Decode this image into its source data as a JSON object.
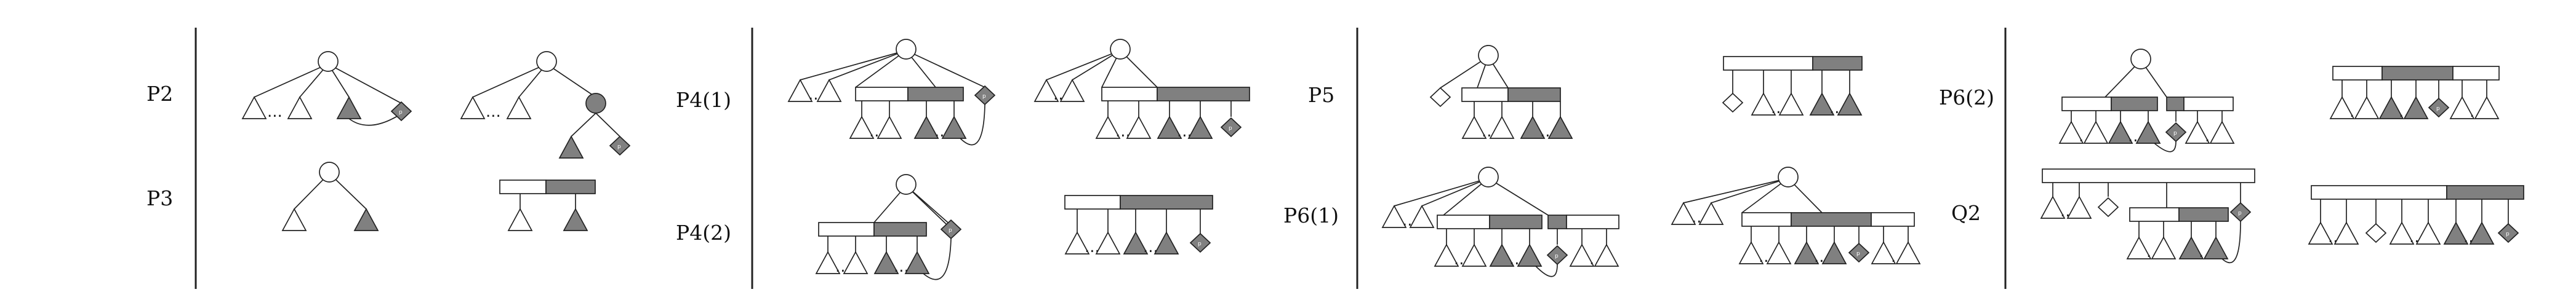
{
  "figure": {
    "labels": {
      "p2": "P2",
      "p3": "P3",
      "p4_1": "P4(1)",
      "p4_2": "P4(2)",
      "p5": "P5",
      "p6_1": "P6(1)",
      "p6_2": "P6(2)",
      "q2": "Q2"
    },
    "diamond_glyph": "p",
    "ellipsis": "..."
  },
  "colors": {
    "stroke": "#222222",
    "gray_fill": "#808080",
    "white_fill": "#ffffff"
  }
}
